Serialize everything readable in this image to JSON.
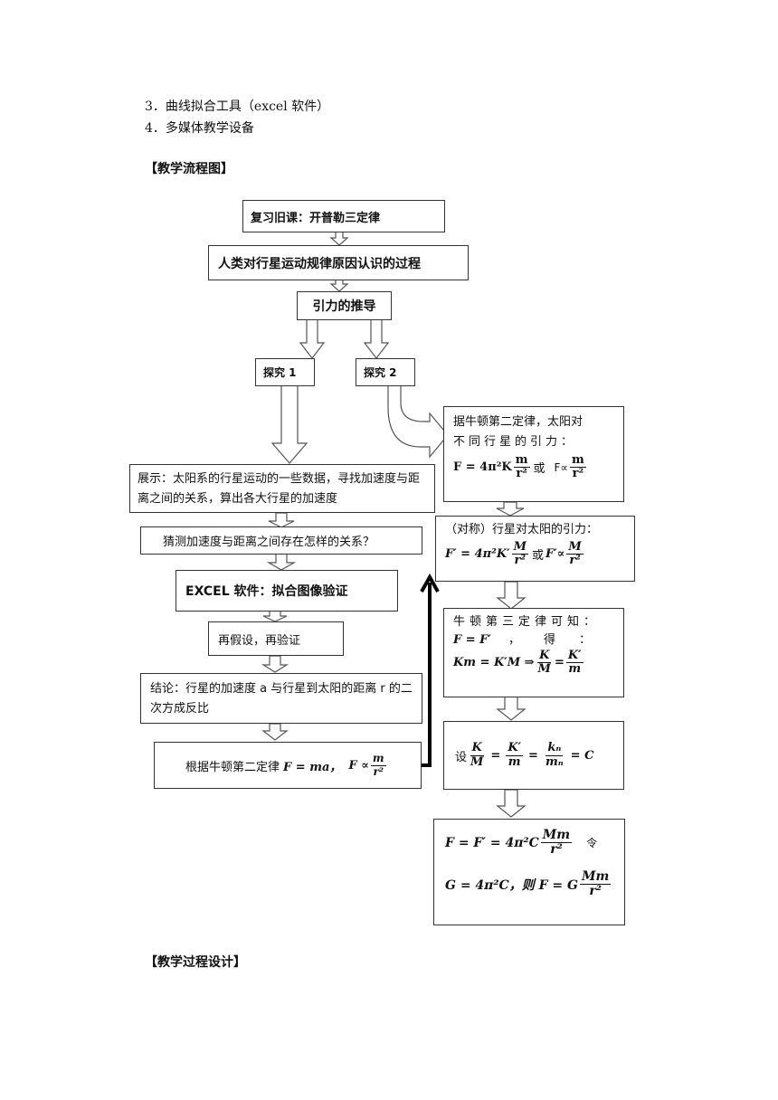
{
  "doc": {
    "item3": "3．曲线拟合工具（excel 软件）",
    "item4": "4．多媒体教学设备",
    "flow_heading": "【教学流程图】",
    "process_heading": "【教学过程设计】"
  },
  "flow": {
    "review": "复习旧课：开普勒三定律",
    "history": "人类对行星运动规律原因认识的过程",
    "derive": "引力的推导",
    "explore1": "探究 1",
    "explore2": "探究 2",
    "show_data": "展示：太阳系的行星运动的一些数据，寻找加速度与距离之间的关系，算出各大行星的加速度",
    "guess": "猜测加速度与距离之间存在怎样的关系？",
    "excel": "EXCEL 软件：拟合图像验证",
    "reassume": "再假设，再验证",
    "conclusion": "结论：行星的加速度 a 与行星到太阳的距离 r 的二次方成反比",
    "newton2_prefix": "根据牛顿第二定律",
    "newton2_eq": "F = ma，",
    "newton2_prop": "F ∝",
    "m": "m",
    "r2": "r²",
    "sun_force_l1": "据牛顿第二定律，太阳对",
    "sun_force_l2": "不同行星的引力：",
    "sun_force_eq_a": "F = 4π²K",
    "or": "或",
    "sun_force_prop": "F∝",
    "sym_label": "（对称）行星对太阳的引力：",
    "sym_eq_a": "F′ = 4π²K′",
    "sym_prop": "F′∝",
    "M": "M",
    "third_l1": "牛顿第三定律可知：",
    "third_eq1": "F = F′",
    "third_de": "，得：",
    "third_eq2": "Km = K′M ⇒",
    "K": "K",
    "Kp": "K′",
    "set_label": "设",
    "kn": "kₙ",
    "mn": "mₙ",
    "eq_C": "= C",
    "final_eq1": "F = F′ = 4π²C",
    "Mm": "Mm",
    "ling": "令",
    "final_eq2": "G = 4π²C，则 F = G",
    "equals": "="
  },
  "colors": {
    "border": "#333333",
    "arrow": "#555555",
    "text": "#111111"
  }
}
